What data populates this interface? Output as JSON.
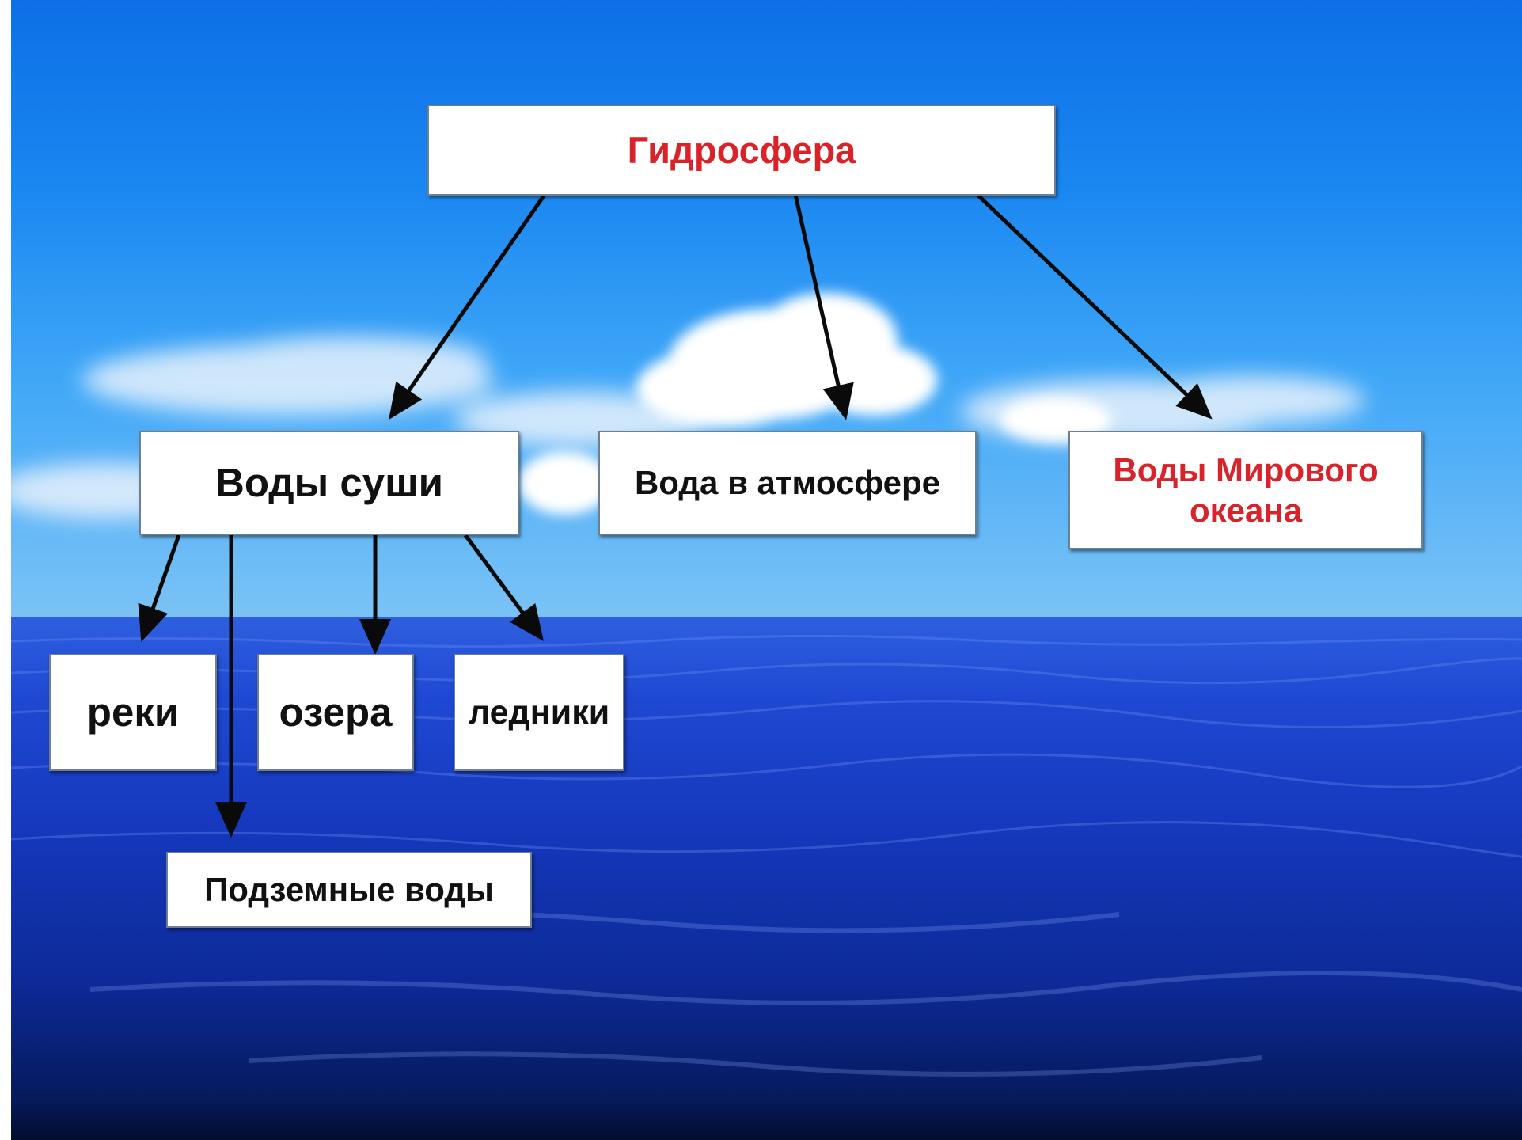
{
  "diagram": {
    "root": {
      "label": "Гидросфера",
      "color": "#d9232a"
    },
    "level1": [
      {
        "label": "Воды суши",
        "color": "#111111"
      },
      {
        "label": "Вода в атмосфере",
        "color": "#111111"
      },
      {
        "label": "Воды Мирового океана",
        "color": "#d9232a"
      }
    ],
    "land_waters": [
      {
        "label": "реки"
      },
      {
        "label": "озера"
      },
      {
        "label": "ледники"
      },
      {
        "label": "Подземные воды"
      }
    ]
  },
  "colors": {
    "accent": "#d9232a",
    "node_fill": "#ffffff",
    "arrow": "#0a0a0a",
    "sky": "#1a87f1",
    "sea": "#1538bd"
  }
}
